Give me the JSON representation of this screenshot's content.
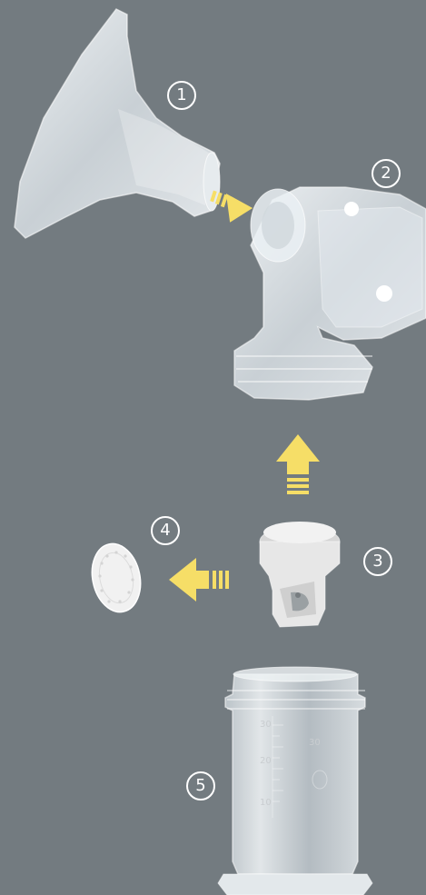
{
  "parts": [
    {
      "number": "1",
      "name": "breast shield",
      "color": "#e9eef1"
    },
    {
      "number": "2",
      "name": "connector",
      "color": "#dfe5e9"
    },
    {
      "number": "3",
      "name": "valve",
      "color": "#e6e6e6"
    },
    {
      "number": "4",
      "name": "membrane",
      "color": "#eeeeee"
    },
    {
      "number": "5",
      "name": "bottle",
      "color": "#d9dfe3"
    }
  ],
  "bottle_ticks": [
    "30",
    "30",
    "20",
    "10"
  ],
  "colors": {
    "background": "#737b80",
    "arrow": "#f6de67",
    "label": "#ffffff"
  }
}
